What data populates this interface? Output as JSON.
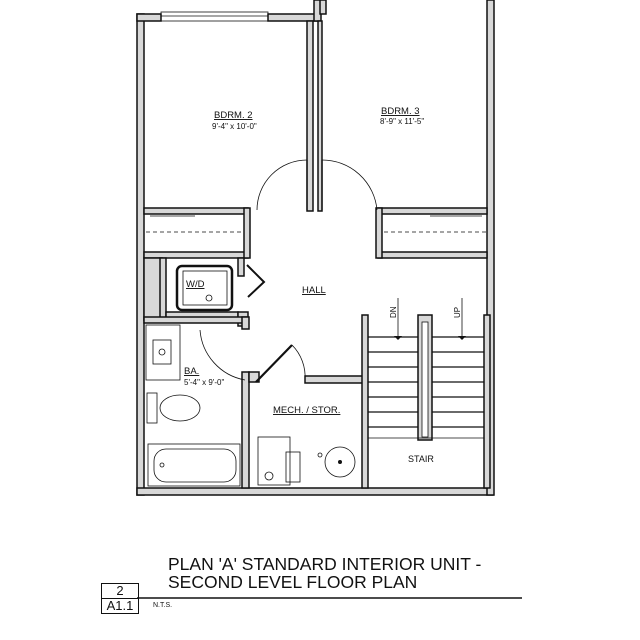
{
  "rooms": {
    "bdrm2": {
      "name": "BDRM. 2",
      "size": "9'-4\" x 10'-0\""
    },
    "bdrm3": {
      "name": "BDRM. 3",
      "size": "8'-9\" x 11'-5\""
    },
    "hall": {
      "name": "HALL"
    },
    "wd": {
      "name": "W/D"
    },
    "bath": {
      "name": "BA.",
      "size": "5'-4\" x 9'-0\""
    },
    "mech": {
      "name": "MECH. / STOR."
    },
    "stair": {
      "name": "STAIR",
      "down": "DN",
      "up": "UP"
    }
  },
  "title_block": {
    "line1": "PLAN 'A' STANDARD INTERIOR UNIT -",
    "line2": "SECOND LEVEL FLOOR PLAN",
    "drawing_number": "2",
    "sheet": "A1.1",
    "scale": "N.T.S."
  }
}
